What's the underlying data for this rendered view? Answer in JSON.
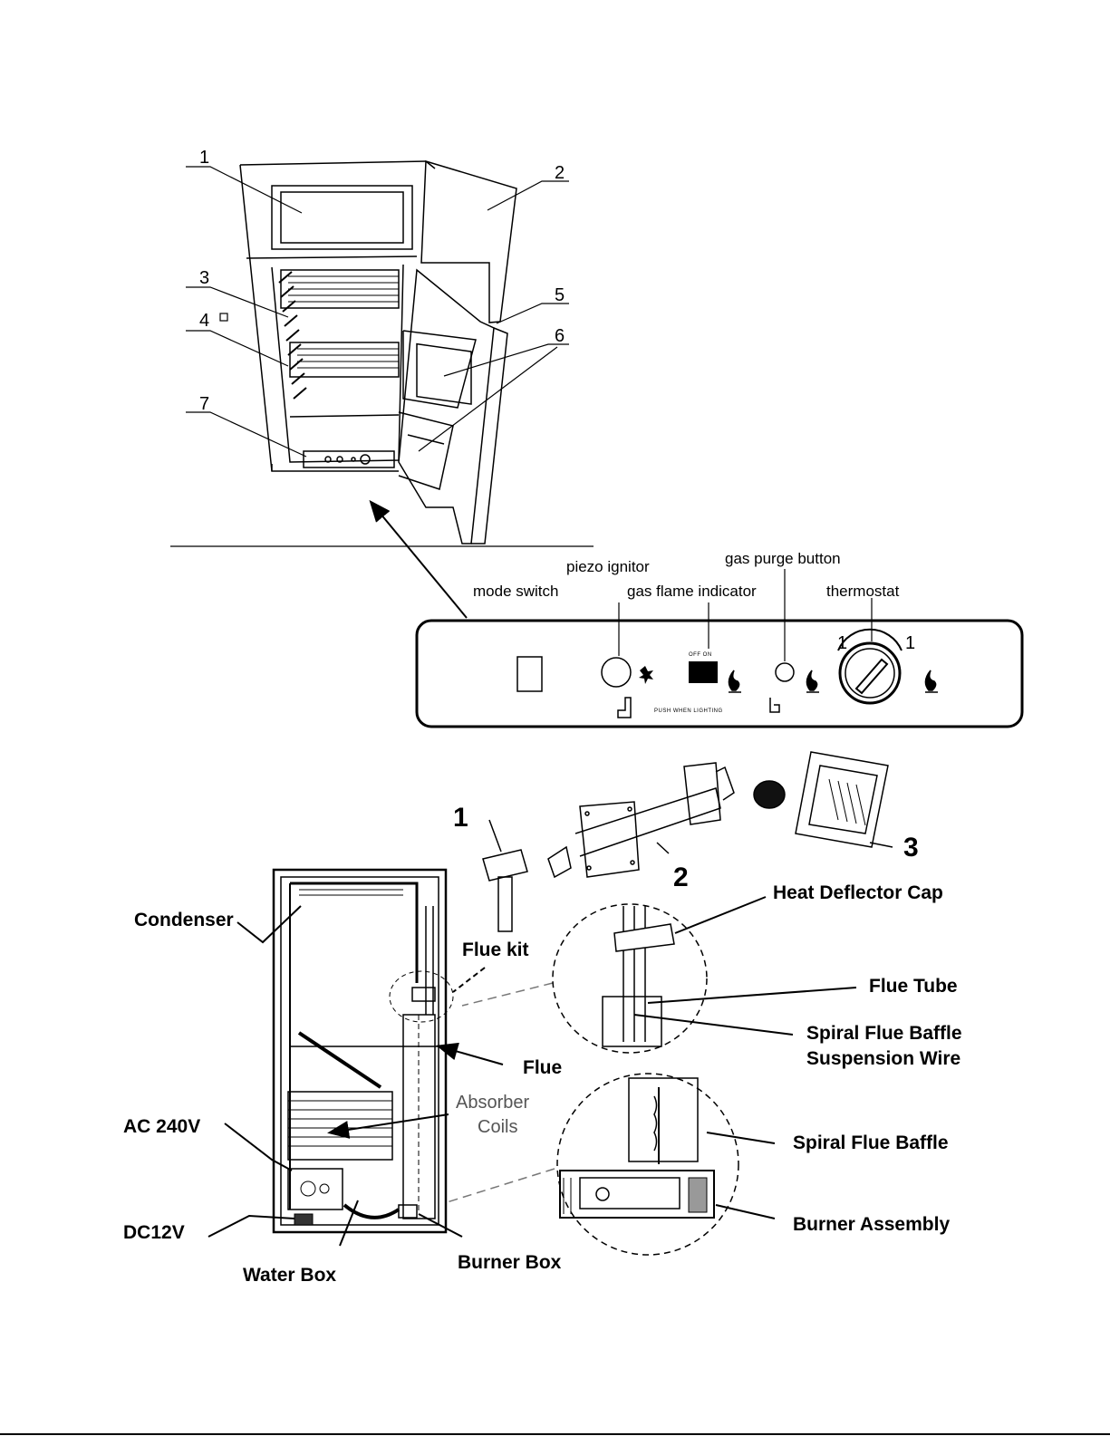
{
  "fridge_callouts": [
    "1",
    "2",
    "3",
    "4",
    "5",
    "6",
    "7"
  ],
  "control_panel": {
    "mode_switch": "mode switch",
    "piezo_ignitor": "piezo ignitor",
    "gas_flame_indicator": "gas flame indicator",
    "gas_purge_button": "gas purge button",
    "thermostat": "thermostat",
    "indicator_caption": "OFF  ON",
    "push_when_lighting": "PUSH WHEN  LIGHTING"
  },
  "flue_kit_parts": [
    "1",
    "2",
    "3"
  ],
  "rear_labels": {
    "condenser": "Condenser",
    "flue_kit": "Flue kit",
    "flue": "Flue",
    "absorber_coils_line1": "Absorber",
    "absorber_coils_line2": "Coils",
    "ac": "AC 240V",
    "dc": "DC12V",
    "water_box": "Water Box",
    "burner_box": "Burner Box"
  },
  "detail_labels": {
    "heat_deflector_cap": "Heat Deflector Cap",
    "flue_tube": "Flue Tube",
    "spiral_flue_baffle_suspension_line1": "Spiral Flue Baffle",
    "spiral_flue_baffle_suspension_line2": "Suspension Wire",
    "spiral_flue_baffle": "Spiral Flue Baffle",
    "burner_assembly": "Burner Assembly"
  }
}
